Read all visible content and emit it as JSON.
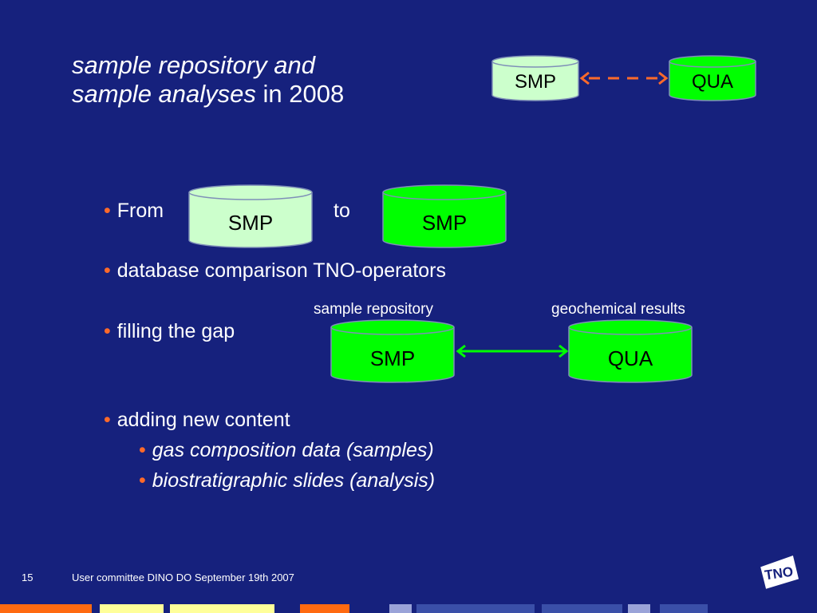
{
  "title": {
    "line1": "sample repository and",
    "line2_italic": "sample analyses",
    "line2_rest": " in 2008"
  },
  "top_diagram": {
    "left_db": "SMP",
    "right_db": "QUA",
    "left_color": "#ccffcc",
    "right_color": "#00ff00",
    "arrow_color": "#ff6a2a"
  },
  "bullets": {
    "from_label": "From",
    "to_label": "to",
    "from_db": "SMP",
    "to_db": "SMP",
    "comparison": "database comparison TNO-operators",
    "gap": "filling the gap",
    "new_content": "adding new content",
    "sub1": "gas composition data (samples)",
    "sub2": "biostratigraphic slides (analysis)"
  },
  "gap_diagram": {
    "left_caption": "sample repository",
    "right_caption": "geochemical results",
    "left_db": "SMP",
    "right_db": "QUA",
    "arrow_color": "#00ff00"
  },
  "footer": {
    "page_number": "15",
    "text": "User committee DINO DO September 19th 2007",
    "logo": "TNO"
  },
  "colors": {
    "background": "#16217d",
    "bullet": "#ff6a2a",
    "pale_green": "#ccffcc",
    "bright_green": "#00ff00"
  }
}
